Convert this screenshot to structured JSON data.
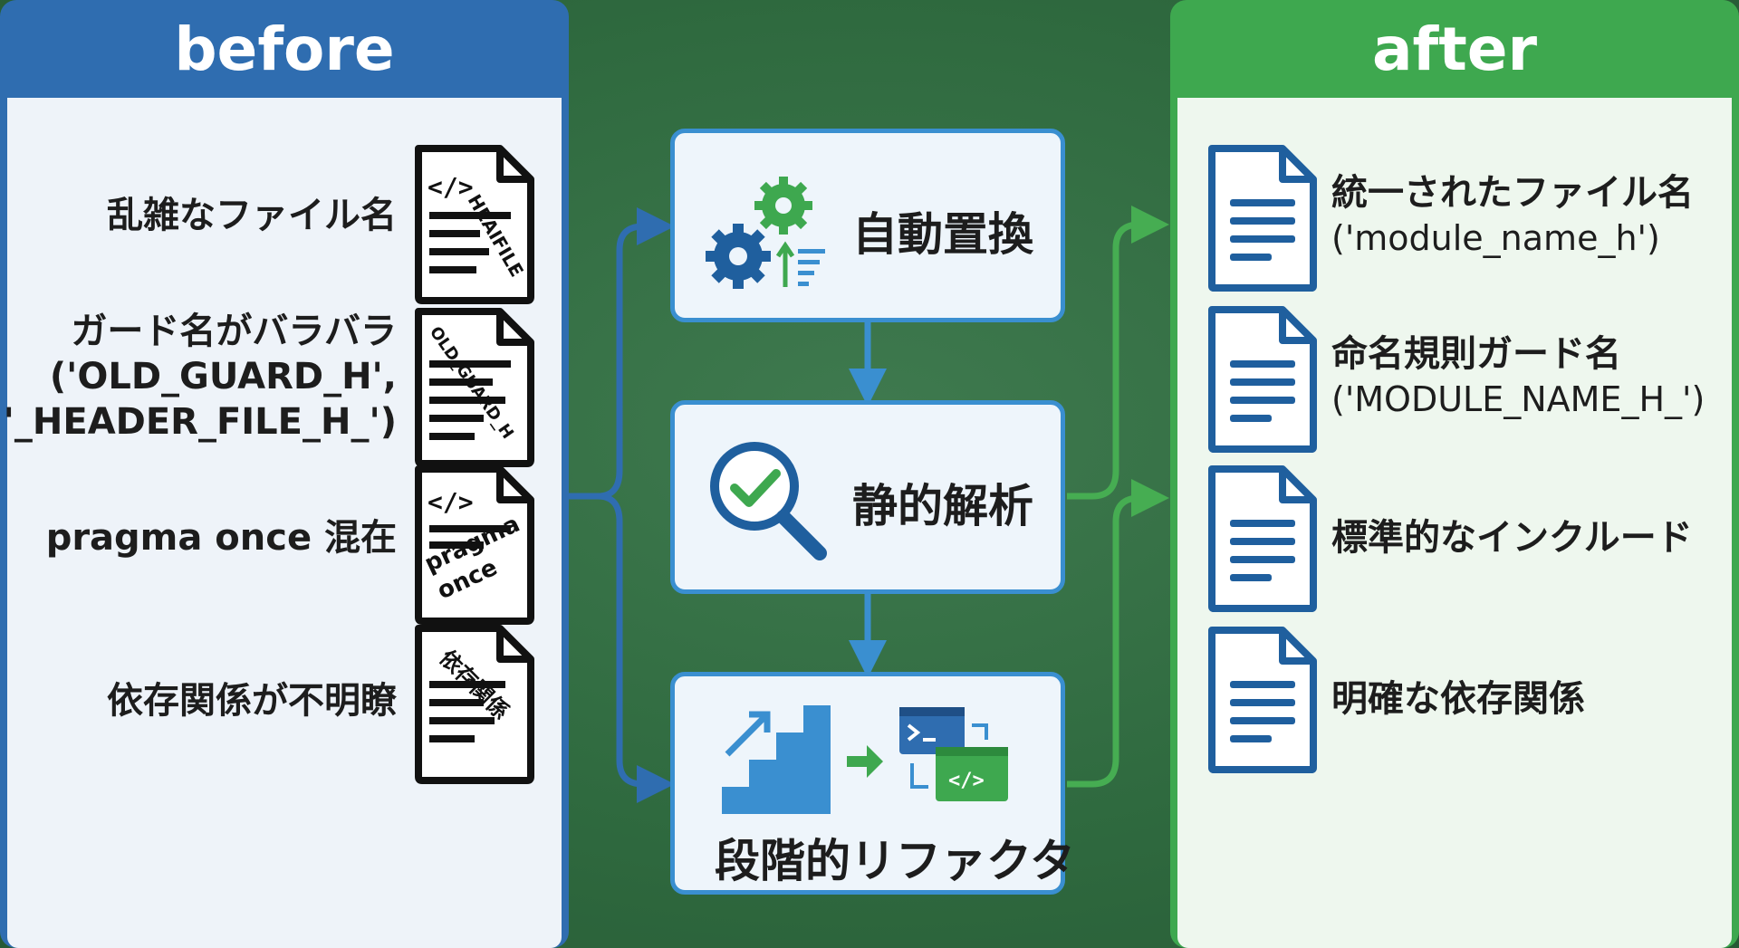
{
  "before": {
    "title": "before",
    "items": [
      {
        "label": "乱雑なファイル名",
        "icon_text": "HEAIFILE",
        "icon": "messy-code-document-icon"
      },
      {
        "label": "ガード名がバラバラ\n('OLD_GUARD_H',\n'_HEADER_FILE_H_')",
        "icon_text": "OLD_GUARD_H",
        "icon": "messy-document-icon"
      },
      {
        "label": "pragma once 混在",
        "icon_text_1": "pragma",
        "icon_text_2": "once",
        "icon": "messy-code-document-icon"
      },
      {
        "label": "依存関係が不明瞭",
        "icon_text": "依存関係",
        "icon": "messy-document-icon"
      }
    ]
  },
  "process": {
    "steps": [
      {
        "label": "自動置換",
        "icon": "gears-icon"
      },
      {
        "label": "静的解析",
        "icon": "magnifier-check-icon"
      },
      {
        "label": "段階的リファクタ",
        "icon": "stairs-refactor-icon"
      }
    ]
  },
  "after": {
    "title": "after",
    "items": [
      {
        "label": "統一されたファイル名",
        "sub": "('module_name_h')"
      },
      {
        "label": "命名規則ガード名",
        "sub": "('MODULE_NAME_H_')"
      },
      {
        "label": "標準的なインクルード",
        "sub": ""
      },
      {
        "label": "明確な依存関係",
        "sub": ""
      }
    ]
  },
  "colors": {
    "before_accent": "#2f6db0",
    "after_accent": "#3ea84f",
    "process_border": "#3a8fd0"
  }
}
